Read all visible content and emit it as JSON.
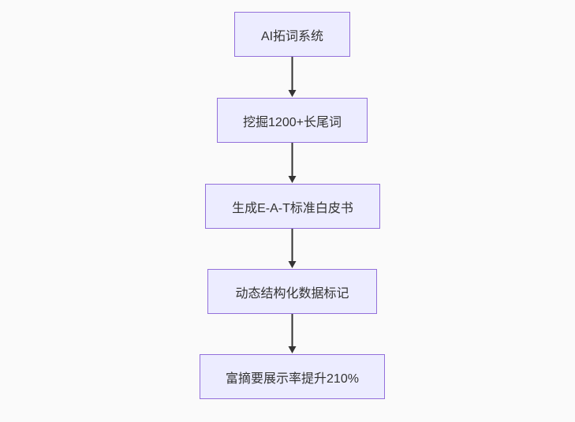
{
  "diagram": {
    "type": "flowchart",
    "direction": "top-down",
    "nodes": [
      {
        "id": "step-1",
        "label": "AI拓词系统"
      },
      {
        "id": "step-2",
        "label": "挖掘1200+长尾词"
      },
      {
        "id": "step-3",
        "label": "生成E-A-T标准白皮书"
      },
      {
        "id": "step-4",
        "label": "动态结构化数据标记"
      },
      {
        "id": "step-5",
        "label": "富摘要展示率提升210%"
      }
    ],
    "edges": [
      {
        "from": "step-1",
        "to": "step-2"
      },
      {
        "from": "step-2",
        "to": "step-3"
      },
      {
        "from": "step-3",
        "to": "step-4"
      },
      {
        "from": "step-4",
        "to": "step-5"
      }
    ]
  },
  "colors": {
    "background": "#fafafa",
    "node_fill": "#ececff",
    "node_border": "#9370db",
    "arrow": "#333333",
    "text": "#333333"
  }
}
